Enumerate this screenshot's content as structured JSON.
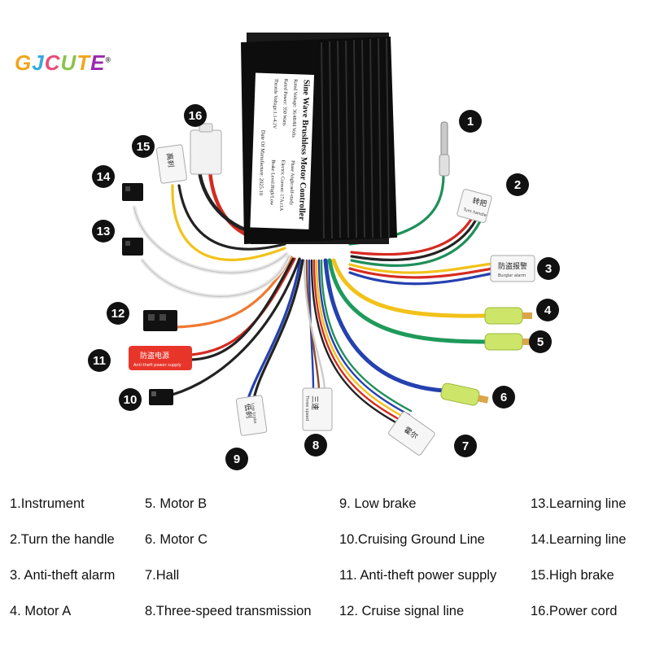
{
  "brand": {
    "name": "GJCUTE",
    "mark": "®",
    "letter_colors": [
      "#f2a51c",
      "#36a9e1",
      "#e94e77",
      "#8bc34a",
      "#f2a51c",
      "#9c27b0"
    ]
  },
  "controller": {
    "title": "Sine Wave Brushless Motor Controller",
    "lines": [
      "Rated Voltage: 36/48/84 Volts",
      "Phase Angle:self-study",
      "Rated Power: 350 Watts",
      "Electric Current: 17A±1A",
      "Throttle Voltage:1.1-4.2V",
      "Brake Level:High/Low",
      "Date Of Manufacture:  2025.10"
    ]
  },
  "connector_labels": {
    "turn_handle_cn": "转把",
    "turn_handle_en": "Turn handle",
    "alarm_cn": "防盗报警",
    "alarm_en": "Burglar alarm",
    "antitheft_cn": "防盗电源",
    "antitheft_en": "Anti-theft power supply",
    "low_brake_cn": "低刹",
    "low_brake_en": "Low brake",
    "three_speed_cn": "三速",
    "three_speed_en": "Three speed",
    "hall_cn": "霍尔",
    "high_brake_cn": "高刹"
  },
  "badges": [
    "1",
    "2",
    "3",
    "4",
    "5",
    "6",
    "7",
    "8",
    "9",
    "10",
    "11",
    "12",
    "13",
    "14",
    "15",
    "16"
  ],
  "legend": [
    "1.Instrument",
    "5. Motor B",
    "9. Low brake",
    "13.Learning line",
    "2.Turn the handle",
    "6. Motor C",
    "10.Cruising Ground Line",
    "14.Learning line",
    "3. Anti-theft alarm",
    "7.Hall",
    "11. Anti-theft power supply",
    "15.High brake",
    "4. Motor A",
    "8.Three-speed transmission",
    "12. Cruise signal line",
    "16.Power cord"
  ]
}
